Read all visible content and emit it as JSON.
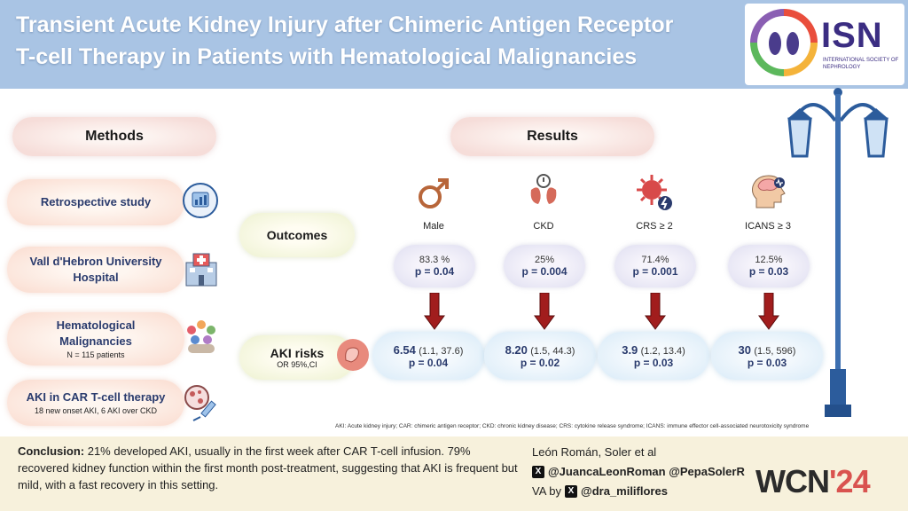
{
  "header": {
    "title_line1": "Transient Acute Kidney Injury after Chimeric Antigen Receptor",
    "title_line2": "T-cell Therapy in Patients with Hematological Malignancies",
    "logo_text": "ISN",
    "logo_subtitle": "INTERNATIONAL SOCIETY OF NEPHROLOGY"
  },
  "methods": {
    "heading": "Methods",
    "items": [
      {
        "label": "Retrospective study",
        "icon": "chart-study-icon"
      },
      {
        "label_line1": "Vall d'Hebron University",
        "label_line2": "Hospital",
        "icon": "hospital-icon"
      },
      {
        "label_line1": "Hematological",
        "label_line2": "Malignancies",
        "note": "N = 115 patients",
        "icon": "patients-group-icon"
      },
      {
        "label": "AKI in CAR T-cell therapy",
        "note": "18 new onset AKI, 6 AKI over CKD",
        "icon": "cell-syringe-icon"
      }
    ]
  },
  "results": {
    "heading": "Results",
    "outcomes_label": "Outcomes",
    "aki_label": "AKI risks",
    "aki_sublabel": "OR 95%,CI",
    "columns": [
      {
        "label": "Male",
        "icon": "male-symbol-icon",
        "pct": "83.3 %",
        "p": "p = 0.04",
        "or": "6.54",
        "ci": "(1.1, 37.6)",
        "or_p": "p = 0.04"
      },
      {
        "label": "CKD",
        "icon": "kidney-icon",
        "pct": "25%",
        "p": "p = 0.004",
        "or": "8.20",
        "ci": "(1.5, 44.3)",
        "or_p": "p = 0.02"
      },
      {
        "label": "CRS ≥ 2",
        "icon": "cytokine-cell-icon",
        "pct": "71.4%",
        "p": "p = 0.001",
        "or": "3.9",
        "ci": "(1.2, 13.4)",
        "or_p": "p = 0.03"
      },
      {
        "label": "ICANS ≥ 3",
        "icon": "brain-head-icon",
        "pct": "12.5%",
        "p": "p = 0.03",
        "or": "30",
        "ci": "(1.5, 596)",
        "or_p": "p = 0.03"
      }
    ]
  },
  "abbreviations": "AKI: Acute kidney injury; CAR: chimeric antigen receptor; CKD: chronic kidney disease; CRS: cytokine release syndrome; ICANS: immune effector cell-associated neurotoxicity syndrome",
  "footer": {
    "conclusion_label": "Conclusion:",
    "conclusion_text": " 21% developed AKI, usually in the first week after CAR T-cell infusion. 79% recovered kidney function within the first month post-treatment, suggesting that AKI is frequent but mild, with a fast recovery in this setting.",
    "authors": "León Román, Soler et al",
    "handles": "@JuancaLeonRoman @PepaSolerR",
    "va_label": "VA by",
    "va_handle": "@dra_miliflores",
    "event": "WCN",
    "event_year": "'24"
  },
  "colors": {
    "header_bg": "#a9c4e4",
    "arrow": "#a11d1d",
    "accent_navy": "#2a3b6d",
    "footer_bg": "#f7f1dc"
  }
}
